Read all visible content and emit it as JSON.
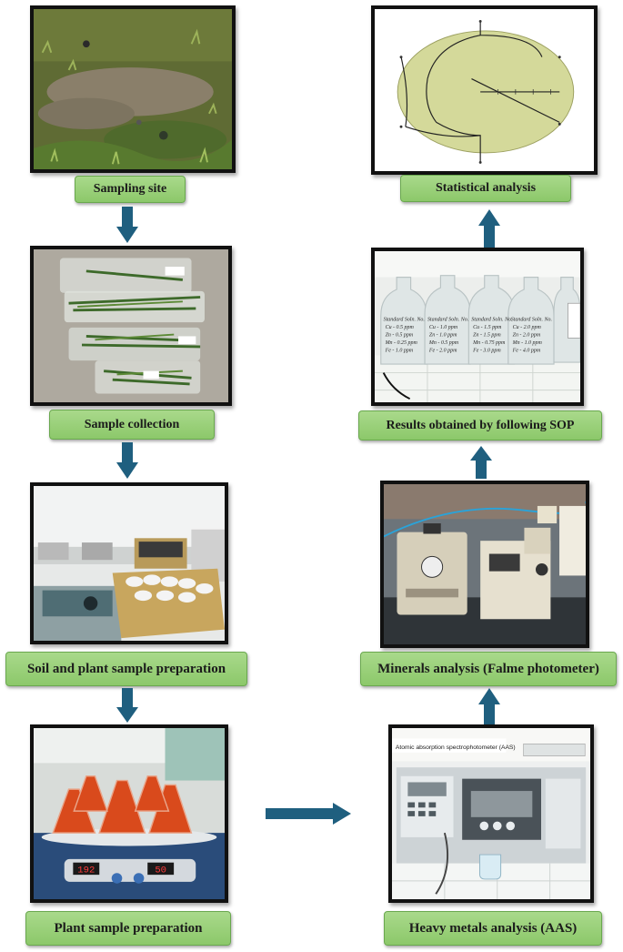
{
  "steps": {
    "sampling_site": "Sampling site",
    "sample_collection": "Sample collection",
    "soil_plant_prep": "Soil and plant sample preparation",
    "plant_prep": "Plant sample preparation",
    "heavy_metals": "Heavy metals analysis (AAS)",
    "minerals": "Minerals analysis (Falme photometer)",
    "results": "Results obtained by following SOP",
    "statistical": "Statistical analysis"
  },
  "photo_text": {
    "hotplate_left": "192",
    "hotplate_right": "50",
    "aas_banner": "Atomic absorption spectrophotometer (AAS)",
    "bottle_1": [
      "Standard Soln. No.",
      "Cu - 0.5 ppm",
      "Zn - 0.5 ppm",
      "Mn - 0.25 ppm",
      "Fe - 1.0 ppm"
    ],
    "bottle_2": [
      "Standard Soln. No.",
      "Cu - 1.0 ppm",
      "Zn - 1.0 ppm",
      "Mn - 0.5 ppm",
      "Fe - 2.0 ppm"
    ],
    "bottle_3": [
      "Standard Soln. No.",
      "Cu - 1.5 ppm",
      "Zn - 1.5 ppm",
      "Mn - 0.75 ppm",
      "Fe - 3.0 ppm"
    ],
    "bottle_4": [
      "Standard Soln. No.",
      "Cu - 2.0 ppm",
      "Zn - 2.0 ppm",
      "Mn - 1.0 ppm",
      "Fe - 4.0 ppm"
    ]
  },
  "colors": {
    "label_green": "#9ccf7a",
    "arrow_blue": "#1f5f7f",
    "frame": "#111111"
  },
  "icons": {
    "arrow_down": "arrow-down-icon",
    "arrow_up": "arrow-up-icon",
    "arrow_right": "arrow-right-icon"
  }
}
